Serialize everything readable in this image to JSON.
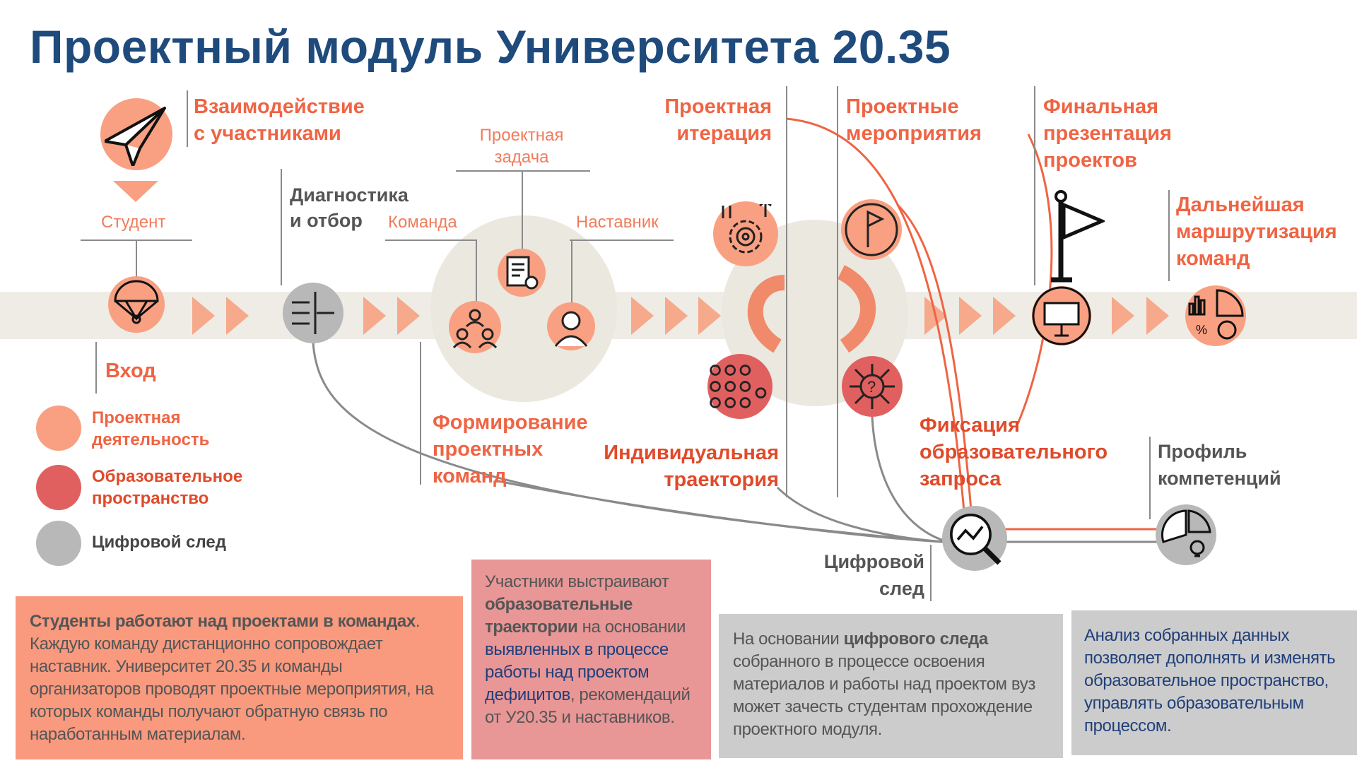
{
  "title": "Проектный модуль Университета 20.35",
  "labels": {
    "interaction": [
      "Взаимодействие",
      "с участниками"
    ],
    "student": "Студент",
    "entry": "Вход",
    "diagnostics": [
      "Диагностика",
      "и отбор"
    ],
    "task": [
      "Проектная",
      "задача"
    ],
    "team": "Команда",
    "mentor": "Наставник",
    "forming": [
      "Формирование",
      "проектных",
      "команд"
    ],
    "iteration": [
      "Проектная",
      "итерация"
    ],
    "events": [
      "Проектные",
      "мероприятия"
    ],
    "final": [
      "Финальная",
      "презентация",
      "проектов"
    ],
    "routing": [
      "Дальнейшая",
      "маршрутизация",
      "команд"
    ],
    "trajectory": [
      "Индивидуальная",
      "траектория"
    ],
    "fixation": [
      "Фиксация",
      "образовательного",
      "запроса"
    ],
    "digital": [
      "Цифровой",
      "след"
    ],
    "profile": [
      "Профиль",
      "компетенций"
    ]
  },
  "legend": [
    {
      "label": [
        "Проектная",
        "деятельность"
      ],
      "color": "#f9a082"
    },
    {
      "label": [
        "Образовательное",
        "пространство"
      ],
      "color": "#e06060"
    },
    {
      "label": [
        "Цифровой след"
      ],
      "color": "#b8b8b8"
    }
  ],
  "boxes": {
    "b1": {
      "bold": "Студенты работают над проектами в командах",
      "text": ". Каждую команду дистанционно сопровождает наставник. Университет 20.35 и команды организаторов проводят проектные мероприятия, на которых команды получают обратную связь по наработанным материалам."
    },
    "b2": {
      "t1": "Участники выстраивают ",
      "bold": "образовательные траектории",
      "t2": " на основании ",
      "blue": "выявленных в процессе работы над проектом дефицитов",
      "t3": ", рекомендаций от У20.35 и наставников."
    },
    "b3": {
      "t1": "На основании ",
      "bold": "цифрового следа",
      "t2": " собранного в процессе освоения материалов и работы над проектом вуз может зачесть студентам прохождение проектного модуля."
    },
    "b4": {
      "text": "Анализ собранных данных позволяет дополнять и изменять образовательное пространство, управлять образовательным процессом."
    }
  },
  "colors": {
    "accent": "#ef6443",
    "light": "#f9a082",
    "dark": "#e06060",
    "grey": "#b8b8b8",
    "title": "#1f4a7c"
  }
}
